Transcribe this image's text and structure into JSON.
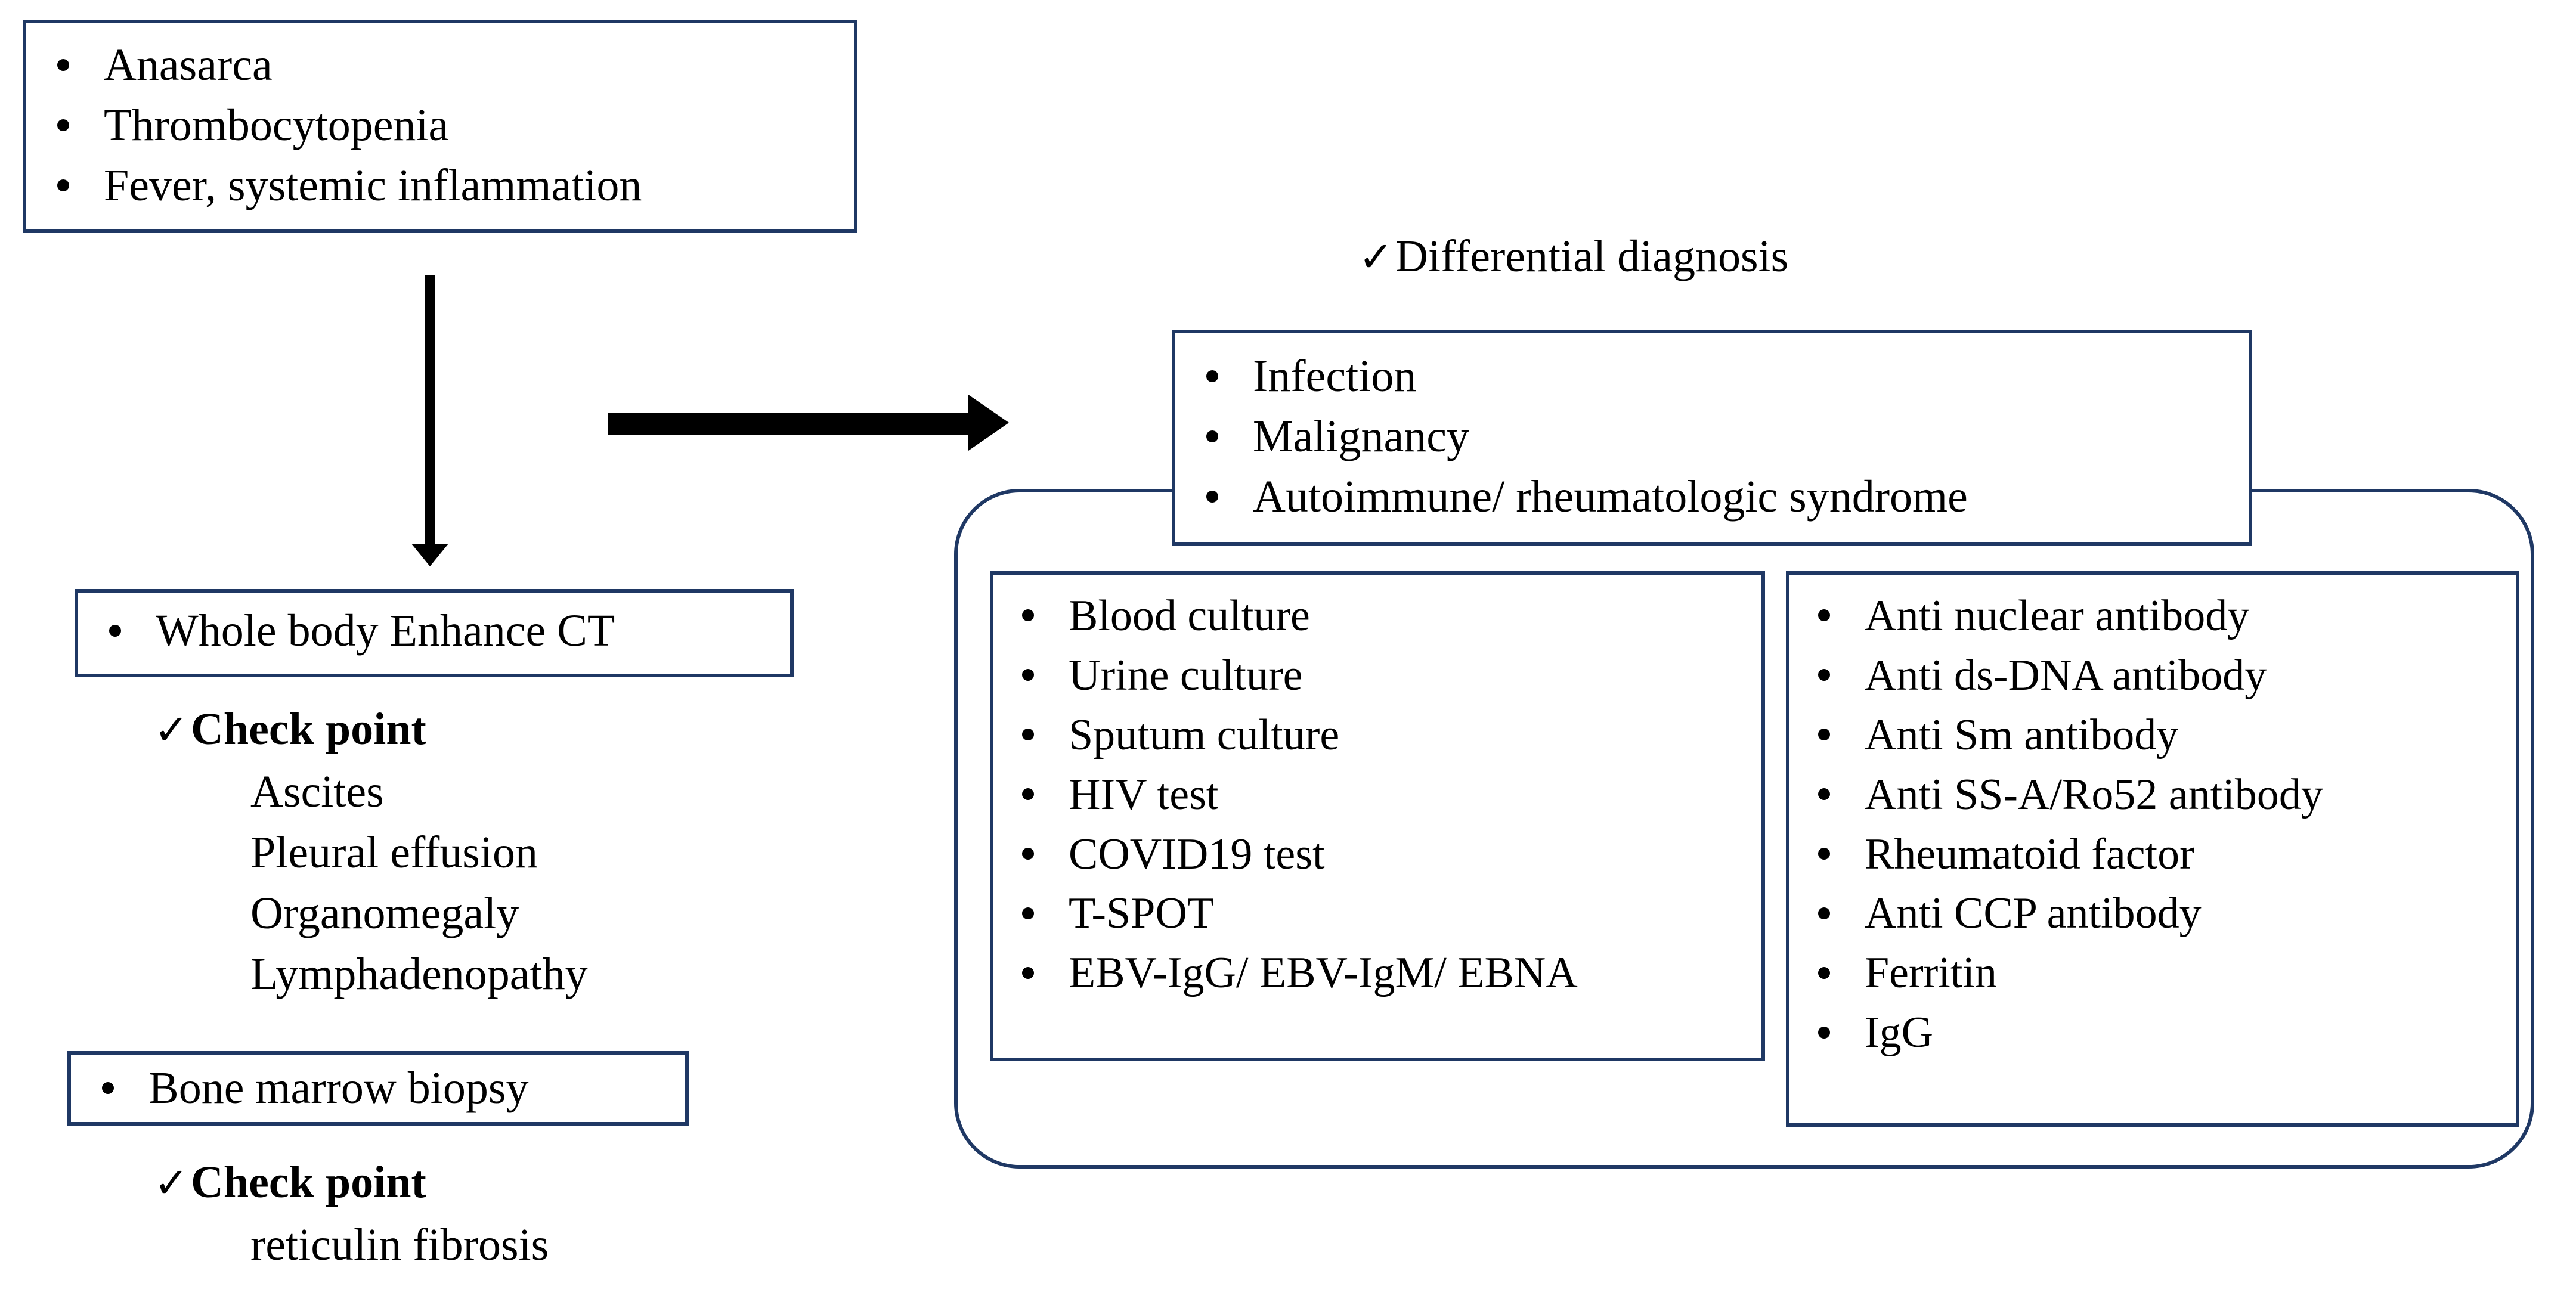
{
  "symptoms_box": {
    "items": [
      "Anasarca",
      "Thrombocytopenia",
      "Fever, systemic inflammation"
    ]
  },
  "arrows": {
    "down_arrow": "down-arrow",
    "right_arrow": "right-arrow"
  },
  "imaging_box": {
    "items": [
      "Whole body Enhance CT"
    ]
  },
  "imaging_checkpoint": {
    "tick": "✓",
    "label": "Check point",
    "items": [
      "Ascites",
      "Pleural effusion",
      "Organomegaly",
      "Lymphadenopathy"
    ]
  },
  "biopsy_box": {
    "items": [
      "Bone marrow biopsy"
    ]
  },
  "biopsy_checkpoint": {
    "tick": "✓",
    "label": "Check point",
    "items": [
      "reticulin fibrosis"
    ]
  },
  "differential_heading": {
    "tick": "✓",
    "label": "Differential diagnosis"
  },
  "differential_box": {
    "items": [
      "Infection",
      "Malignancy",
      "Autoimmune/ rheumatologic syndrome"
    ]
  },
  "infectious_workup_box": {
    "items": [
      "Blood culture",
      "Urine culture",
      "Sputum culture",
      "HIV test",
      "COVID19 test",
      "T-SPOT",
      "EBV-IgG/ EBV-IgM/ EBNA"
    ]
  },
  "autoimmune_workup_box": {
    "items": [
      "Anti nuclear antibody",
      "Anti ds-DNA antibody",
      "Anti Sm antibody",
      "Anti SS-A/Ro52 antibody",
      "Rheumatoid factor",
      "Anti CCP antibody",
      "Ferritin",
      "IgG"
    ]
  },
  "colors": {
    "border": "#1F3864",
    "text": "#000000",
    "arrow": "#000000",
    "background": "#FFFFFF"
  }
}
